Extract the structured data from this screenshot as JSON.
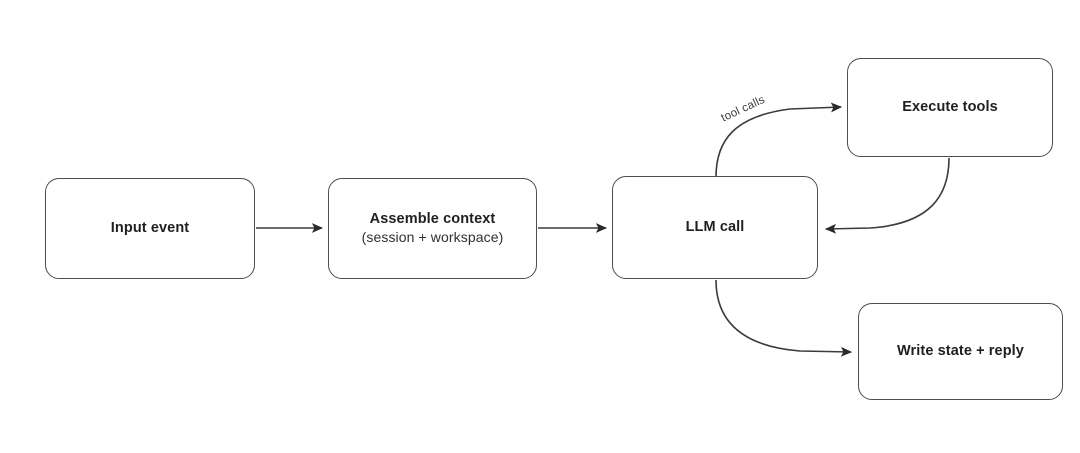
{
  "diagram": {
    "type": "flowchart",
    "title": "",
    "background_color": "#ffffff",
    "stroke_color": "#4d4d4d",
    "text_color": "#1f1f1f",
    "nodes": [
      {
        "id": "input-event",
        "title": "Input event",
        "subtitle": "",
        "shape": "rounded-rectangle"
      },
      {
        "id": "assemble-context",
        "title": "Assemble context",
        "subtitle": "(session + workspace)",
        "shape": "rounded-rectangle"
      },
      {
        "id": "llm-call",
        "title": "LLM call",
        "subtitle": "",
        "shape": "rounded-rectangle"
      },
      {
        "id": "execute-tools",
        "title": "Execute tools",
        "subtitle": "",
        "shape": "rounded-rectangle"
      },
      {
        "id": "write-state",
        "title": "Write state + reply",
        "subtitle": "",
        "shape": "rounded-rectangle"
      }
    ],
    "edges": [
      {
        "id": "e1",
        "from": "input-event",
        "to": "assemble-context",
        "label": "",
        "style": "straight"
      },
      {
        "id": "e2",
        "from": "assemble-context",
        "to": "llm-call",
        "label": "",
        "style": "straight"
      },
      {
        "id": "e3",
        "from": "llm-call",
        "to": "execute-tools",
        "label": "tool calls",
        "style": "curved"
      },
      {
        "id": "e4",
        "from": "execute-tools",
        "to": "llm-call",
        "label": "",
        "style": "curved"
      },
      {
        "id": "e5",
        "from": "llm-call",
        "to": "write-state",
        "label": "",
        "style": "curved"
      }
    ]
  }
}
